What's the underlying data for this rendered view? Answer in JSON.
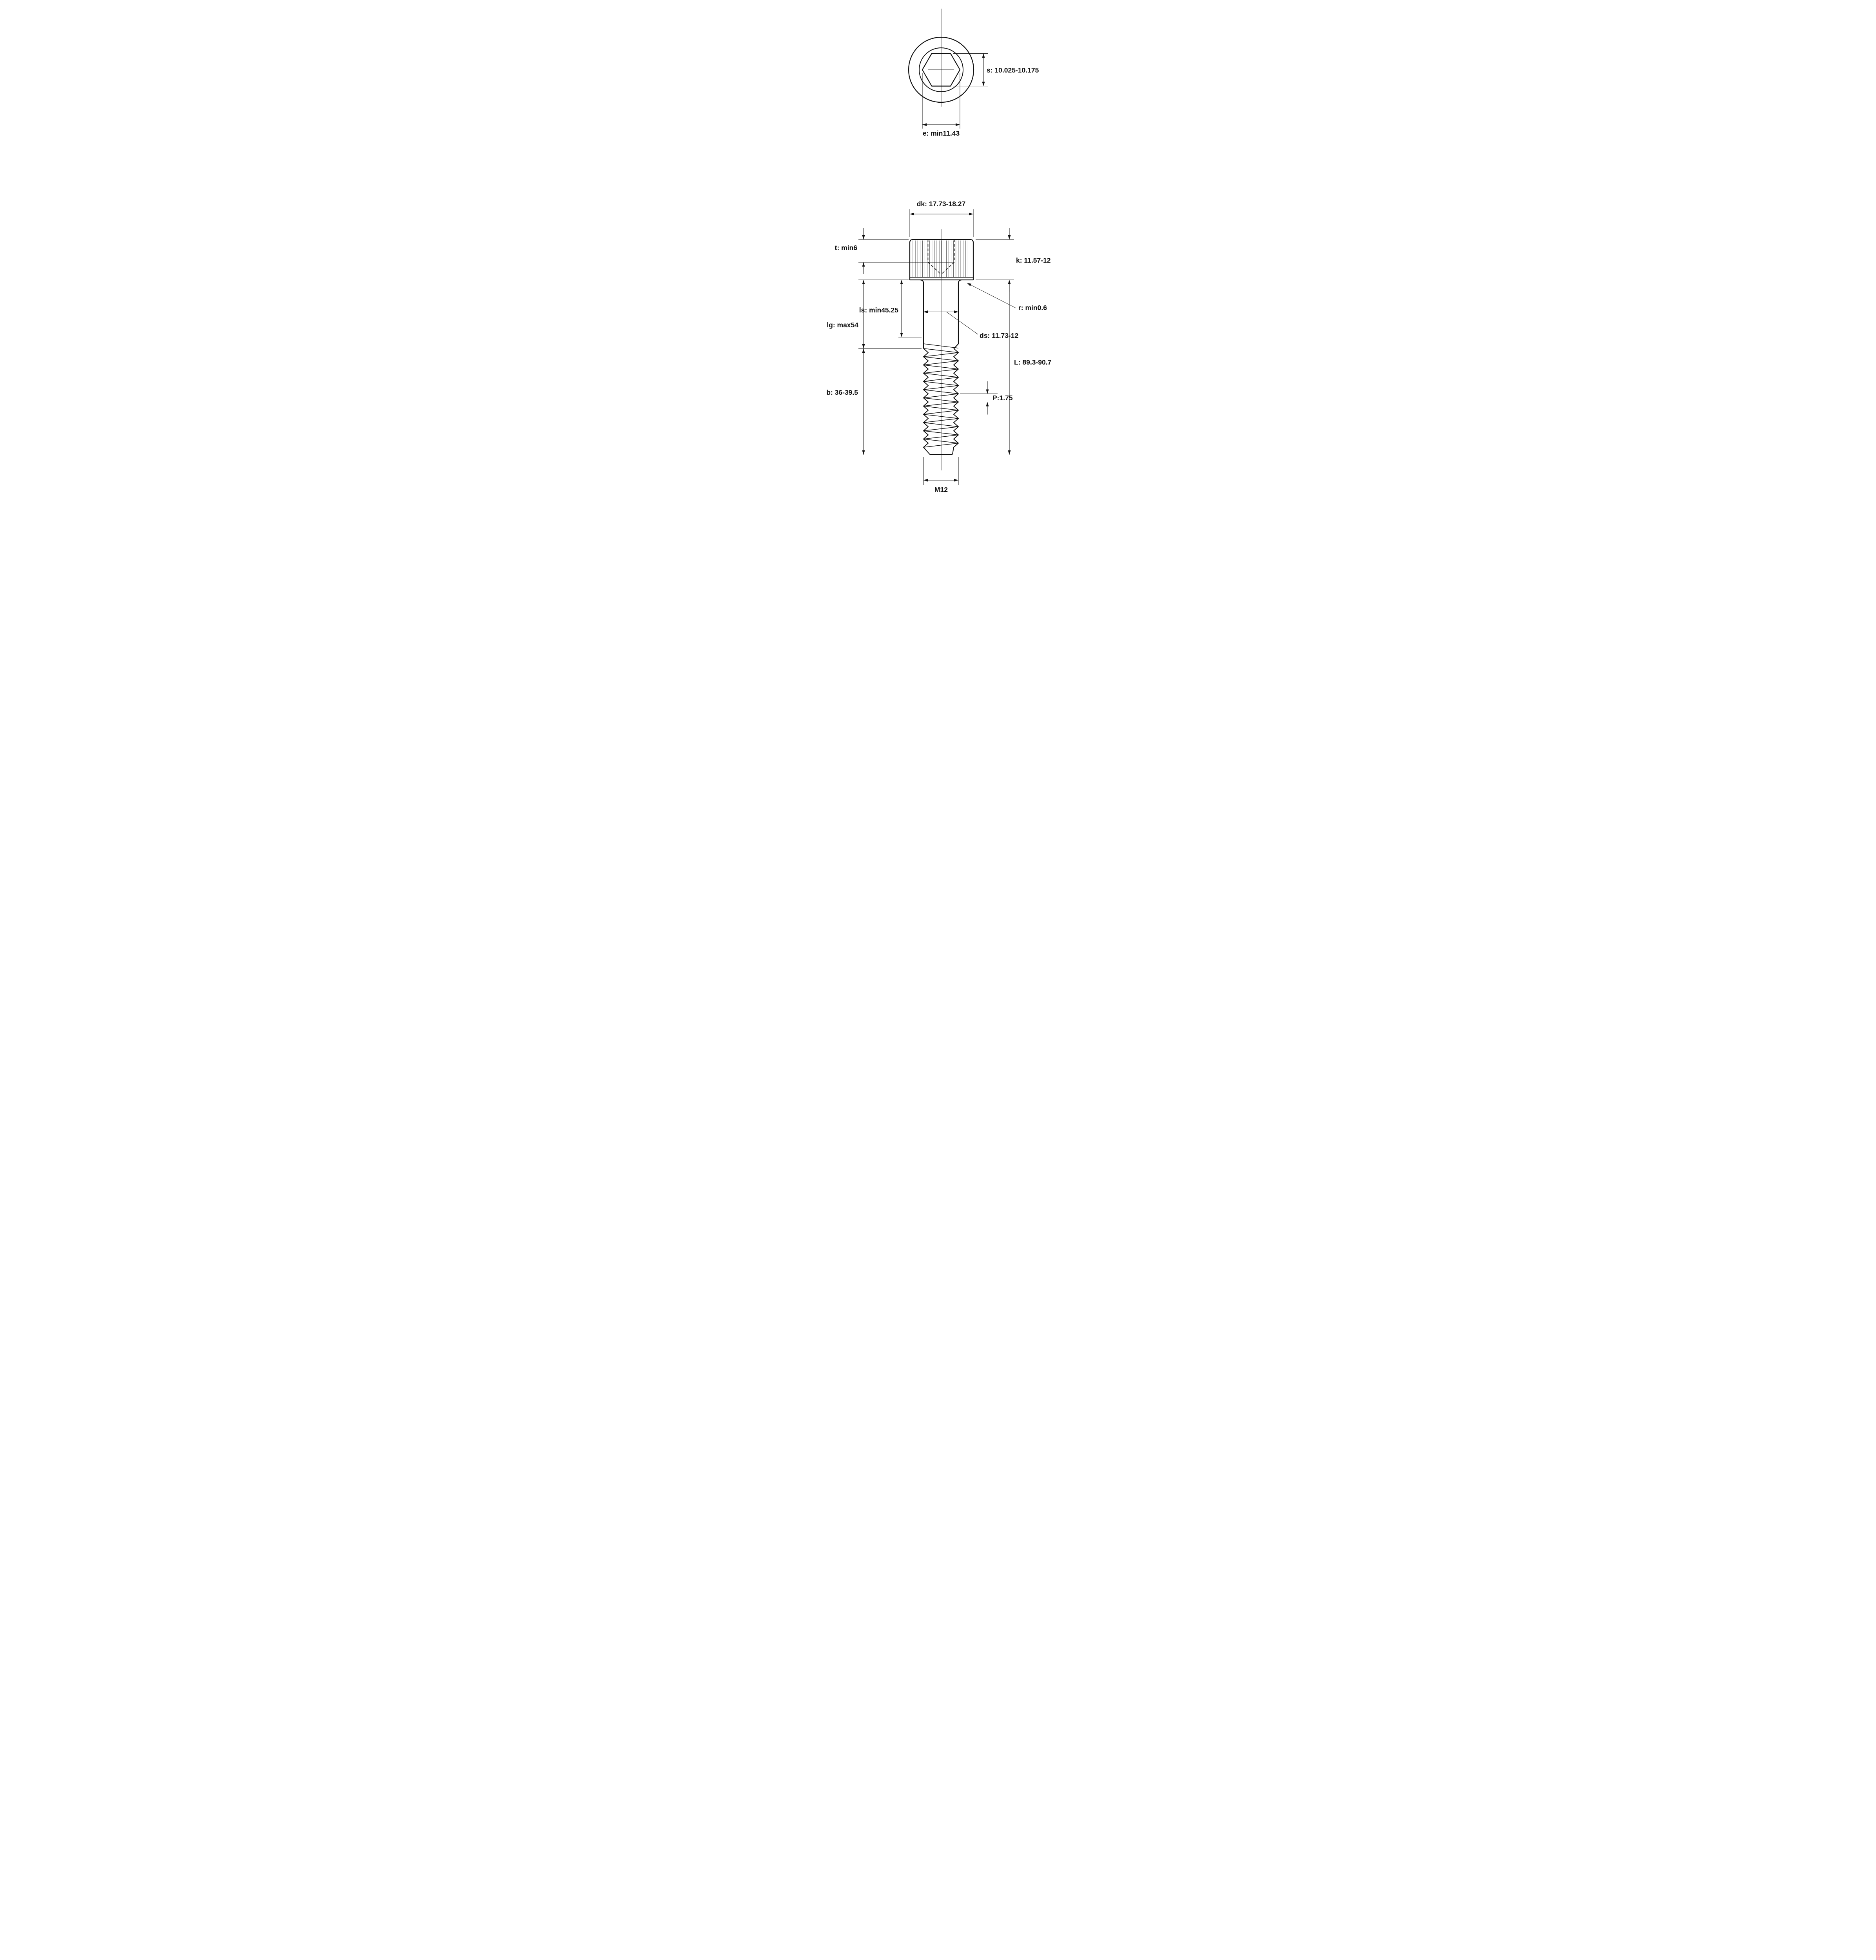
{
  "drawing": {
    "views": {
      "top": {
        "dims": {
          "s": "s: 10.025-10.175",
          "e": "e: min11.43"
        }
      },
      "side": {
        "dims": {
          "dk": "dk: 17.73-18.27",
          "t": "t: min6",
          "k": "k: 11.57-12",
          "r": "r: min0.6",
          "ls": "ls: min45.25",
          "lg": "lg: max54",
          "ds": "ds: 11.73-12",
          "b": "b: 36-39.5",
          "L": "L: 89.3-90.7",
          "P": "P:1.75",
          "M": "M12"
        }
      }
    },
    "colors": {
      "line": "#111111",
      "background": "#ffffff"
    }
  }
}
